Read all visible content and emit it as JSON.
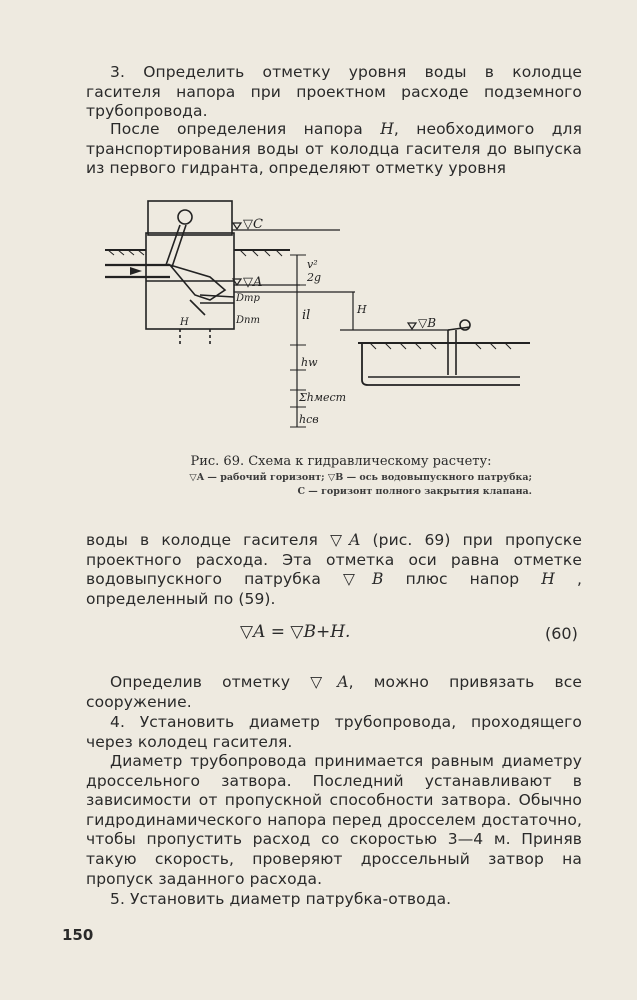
{
  "paragraphs": {
    "p1": "3. Определить отметку уровня воды в колодце гасителя напора при проектном расходе подземного трубопровода.",
    "p2_pre": "После определения напора ",
    "p2_var": "H",
    "p2_post": ", необходимого для транспортирования воды от колодца гасителя до выпуска из первого гидранта, определяют отметку уровня",
    "p3_pre": "воды в колодце гасителя ",
    "p3_var1": "▽A",
    "p3_mid1": " (рис. 69) при пропуске проектного расхода. Эта отметка оси равна отметке водовыпускного патрубка ",
    "p3_var2": "▽B",
    "p3_mid2": " плюс напор ",
    "p3_var3": "H",
    "p3_post": " , определенный по (59).",
    "p4_pre": "Определив отметку ",
    "p4_var": "▽A",
    "p4_post": ", можно привязать все сооружение.",
    "p5": "4. Установить диаметр трубопровода, проходящего через колодец гасителя.",
    "p6": "Диаметр трубопровода принимается равным диаметру дроссельного затвора. Последний устанавливают в зависимости от пропускной способности затвора. Обычно гидродинамического напора перед дросселем достаточно, чтобы пропустить расход со скоростью 3—4 м. Приняв такую скорость, проверяют дроссельный затвор на пропуск заданного расхода.",
    "p7": "5. Установить диаметр патрубка-отвода."
  },
  "formula": {
    "text": "▽A = ▽B+H.",
    "number": "(60)"
  },
  "figure": {
    "caption_title": "Рис. 69. Схема к гидравлическому расчету:",
    "legend_line1": "▽A — рабочий горизонт; ▽B — ось водовыпускного патрубка;",
    "legend_line2": "C — горизонт полного закрытия клапана.",
    "labels": {
      "c": "▽C",
      "a": "▽A",
      "b": "▽B",
      "v2": "v²",
      "twog": "2g",
      "il": "il",
      "h_big": "H",
      "hw": "hw",
      "hmest": "Σhмест",
      "hsv": "hсв",
      "dtr": "Dтр",
      "dpt": "Dпт",
      "h_small": "H"
    }
  },
  "page_number": "150"
}
